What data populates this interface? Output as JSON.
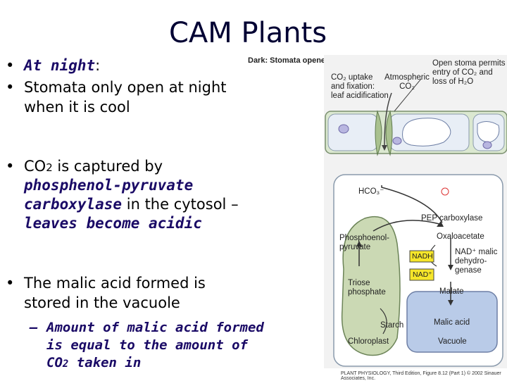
{
  "title": "CAM Plants",
  "bullets": [
    {
      "em": "At night",
      "rest": ":"
    },
    {
      "line1": "Stomata only open at night",
      "line2": "when it is cool"
    },
    {
      "pre": "CO",
      "sub": "2",
      "post": " is captured by",
      "em1": "phosphenol-pyruvate",
      "em2": "carboxylase",
      "rest": " in the cytosol –",
      "em3": "leaves become acidic"
    },
    {
      "line1": "The malic acid formed is",
      "line2": "stored in the vacuole"
    }
  ],
  "subbullet": {
    "dash": "–",
    "line1": "Amount of malic acid formed",
    "line2": "is equal to the amount of",
    "line3a": "CO",
    "line3sub": "2",
    "line3b": " taken in"
  },
  "figure": {
    "header": "Dark: Stomata opened",
    "co2_uptake": [
      "CO₂ uptake",
      "and fixation:",
      "leaf acidification"
    ],
    "atmospheric": [
      "Atmospheric",
      "CO₂"
    ],
    "open_stoma": [
      "Open stoma permits",
      "entry of CO₂ and",
      "loss of H₂O"
    ],
    "hco3": "HCO₃⁻",
    "pep_carboxylase": "PEP carboxylase",
    "phosphoenol": [
      "Phosphoenol-",
      "pyruvate"
    ],
    "oxaloacetate": "Oxaloacetate",
    "nadh": "NADH",
    "nadp": "NAD⁺",
    "nad_malic": [
      "NAD⁺ malic",
      "dehydro-",
      "genase"
    ],
    "malate": "Malate",
    "triose": [
      "Triose",
      "phosphate"
    ],
    "starch": "Starch",
    "chloroplast": "Chloroplast",
    "malic_acid": "Malic acid",
    "vacuole": "Vacuole",
    "credit": "PLANT PHYSIOLOGY, Third Edition, Figure 8.12 (Part 1) © 2002 Sinauer Associates, Inc."
  },
  "colors": {
    "accent_text": "#1a0a66",
    "vacuole_fill": "#b9cbe8",
    "chloroplast_fill": "#cbd9b4",
    "nad_box": "#f6e62a"
  }
}
